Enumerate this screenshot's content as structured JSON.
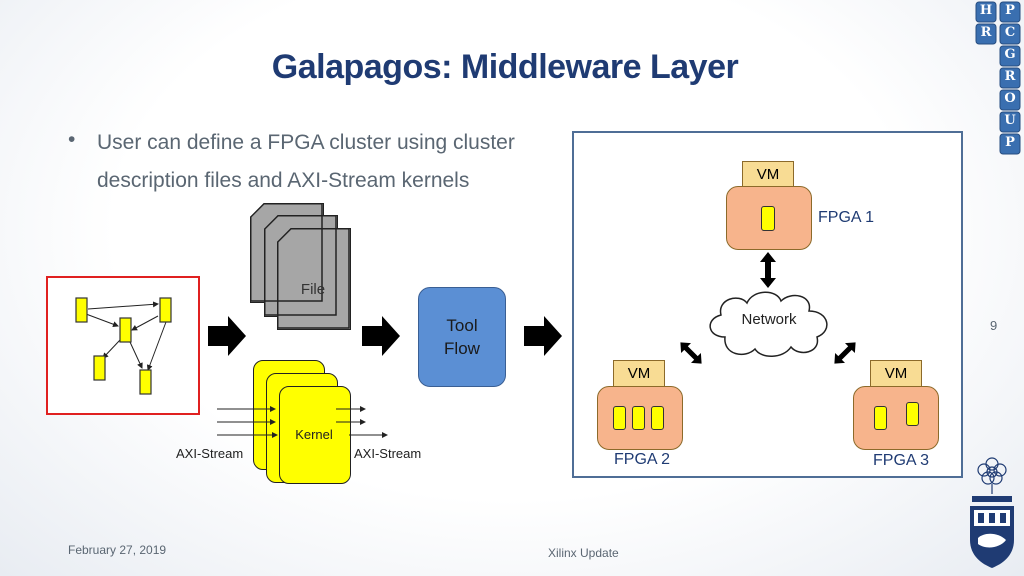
{
  "slide": {
    "title": "Galapagos: Middleware Layer",
    "bullet": "User can define a FPGA cluster using cluster description files and AXI-Stream kernels",
    "footer_date": "February 27, 2019",
    "footer_center": "Xilinx Update",
    "page_number": "9"
  },
  "diagram": {
    "file_label": "File",
    "kernel_label": "Kernel",
    "axi_left": "AXI-Stream",
    "axi_right": "AXI-Stream",
    "tool_line1": "Tool",
    "tool_line2": "Flow",
    "network_label": "Network",
    "fpga1": {
      "label": "FPGA 1",
      "vm": "VM"
    },
    "fpga2": {
      "label": "FPGA 2",
      "vm": "VM"
    },
    "fpga3": {
      "label": "FPGA 3",
      "vm": "VM"
    }
  },
  "logo": {
    "letters": [
      "H",
      "P",
      "R",
      "C",
      "G",
      "R",
      "O",
      "U",
      "P"
    ]
  },
  "colors": {
    "title": "#1f3b73",
    "tool_flow": "#5b8fd4",
    "vm": "#f8dc94",
    "fpga": "#f7b48c",
    "kernel": "#ffff00",
    "cluster_frame": "#4f6e96",
    "graph_frame": "#e02020"
  }
}
